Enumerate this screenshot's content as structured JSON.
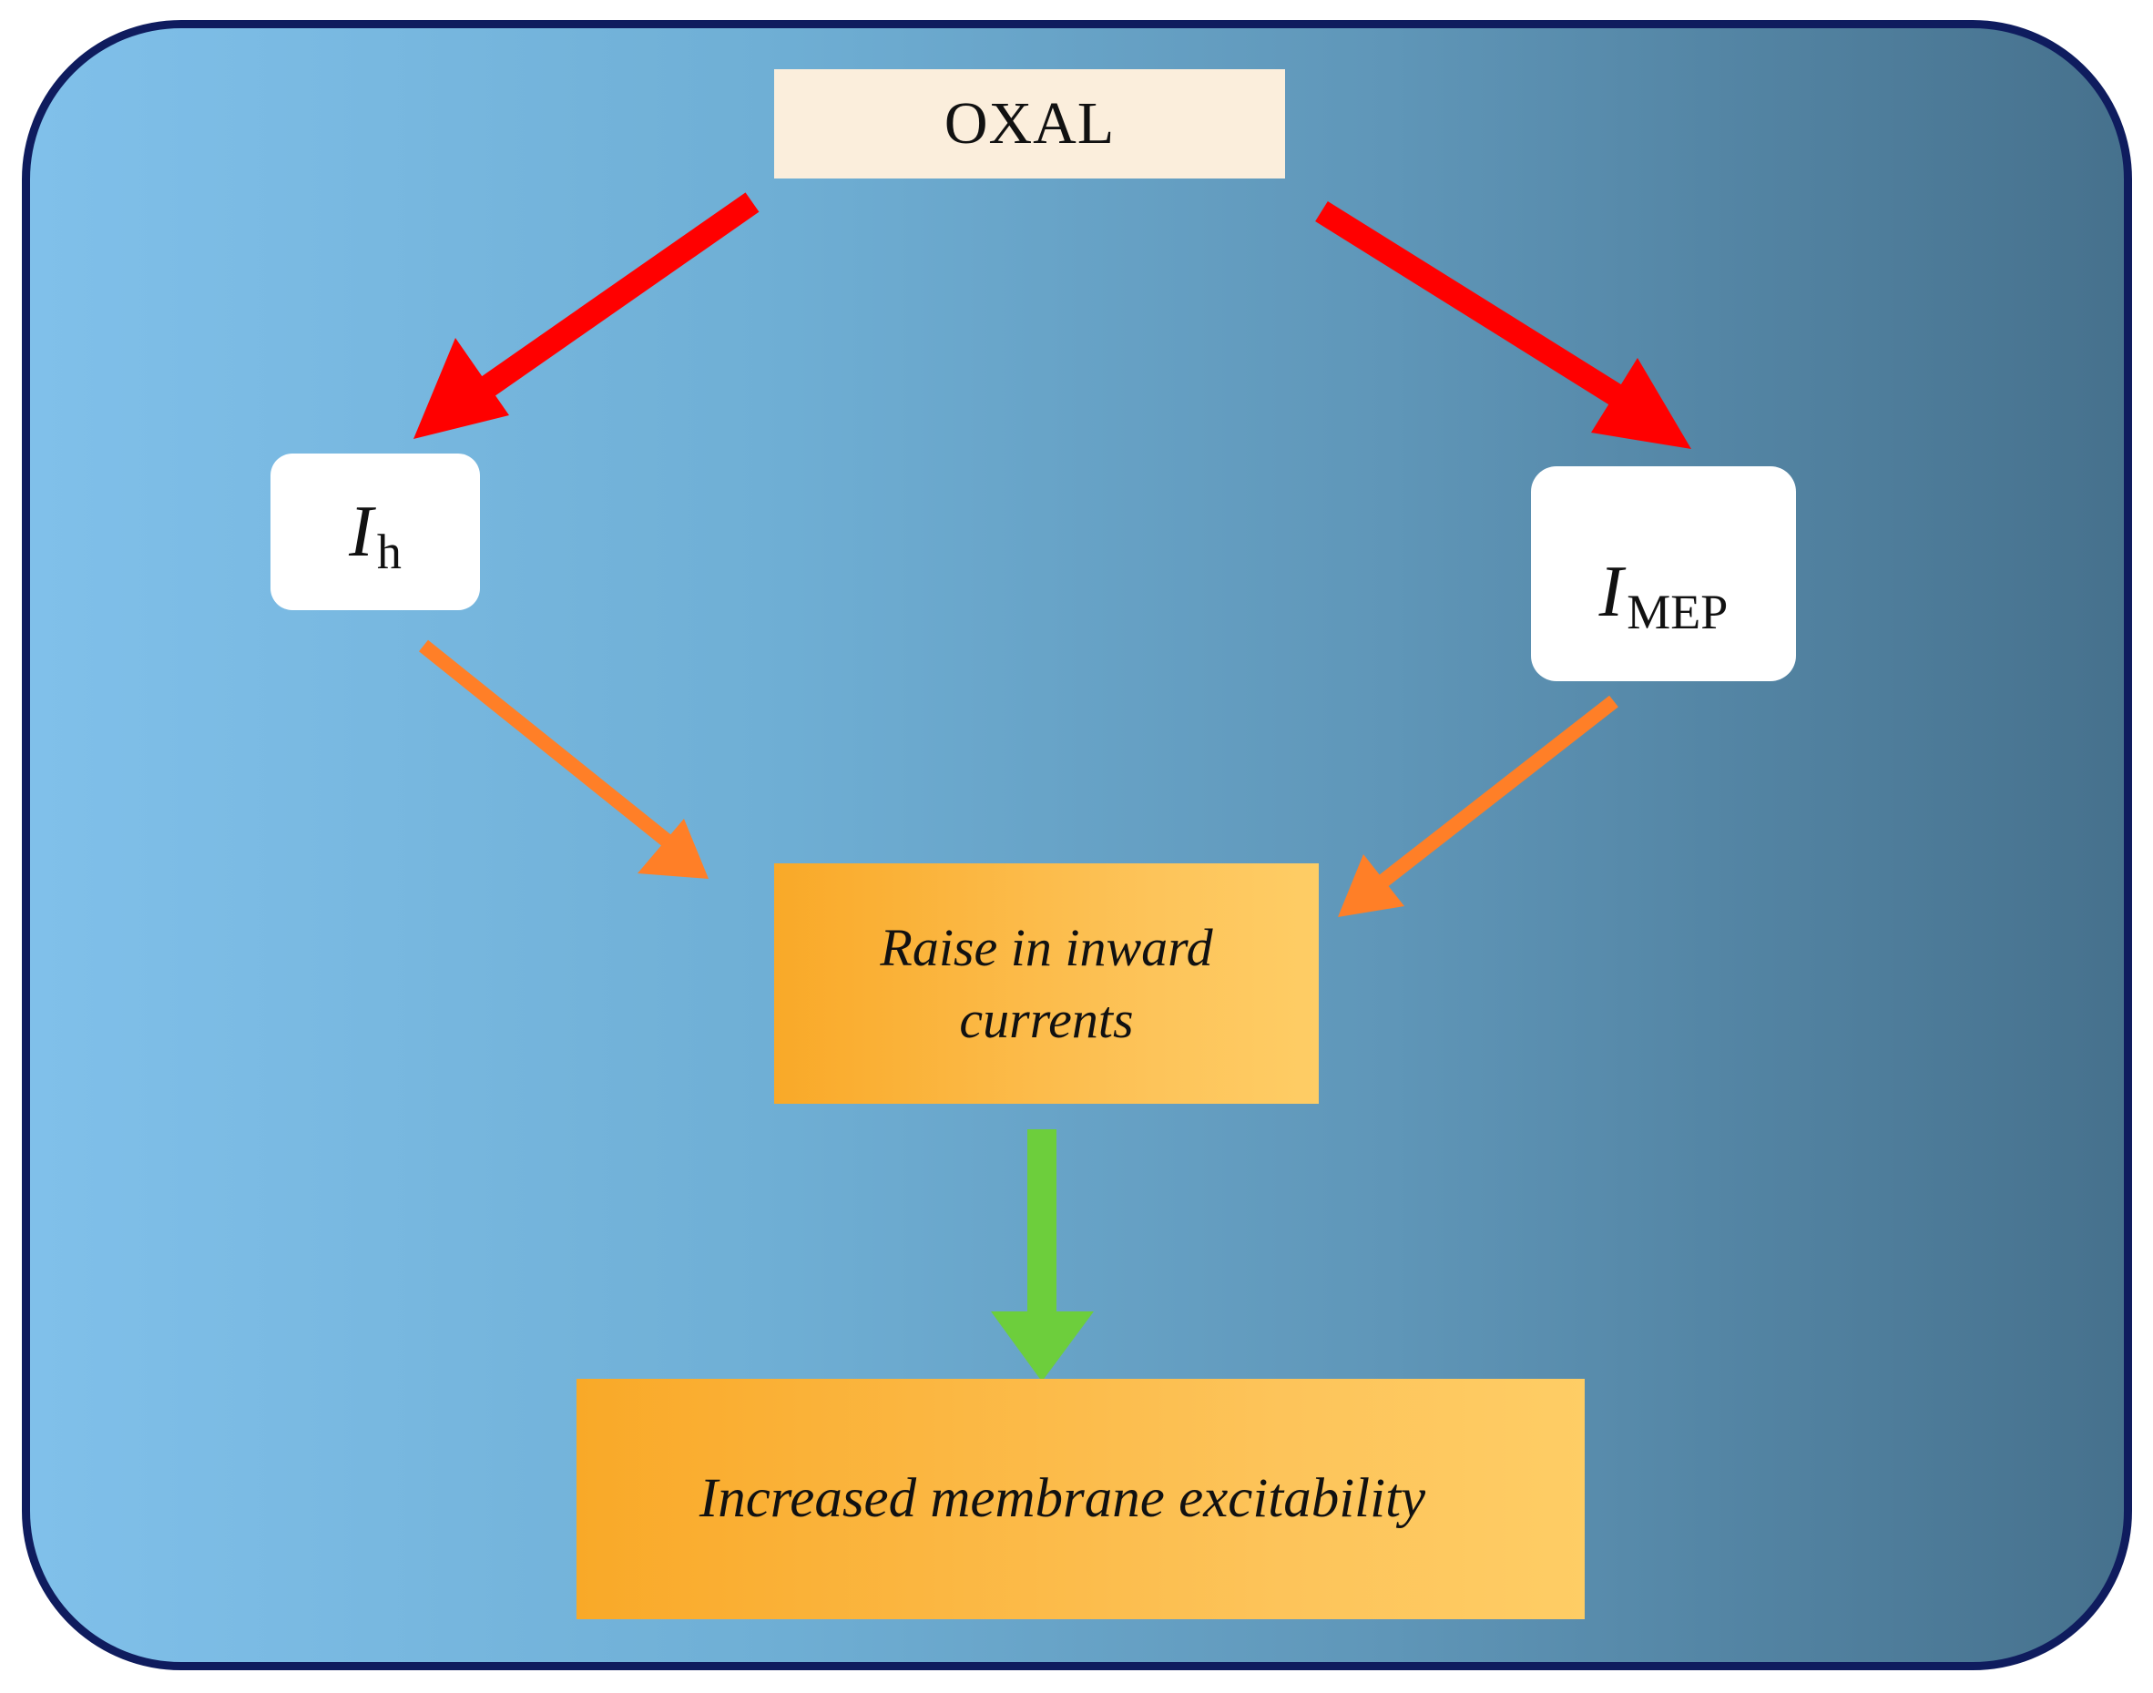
{
  "nodes": {
    "oxal": {
      "label": "OXAL"
    },
    "ih": {
      "symbol": "I",
      "subscript": "h"
    },
    "imep": {
      "symbol": "I",
      "subscript": "MEP"
    },
    "raise": {
      "label": "Raise in inward currents"
    },
    "increased": {
      "label": "Increased membrane excitability"
    }
  },
  "edges": [
    {
      "from": "OXAL",
      "to": "Ih",
      "color": "#ff0000"
    },
    {
      "from": "OXAL",
      "to": "IMEP",
      "color": "#ff0000"
    },
    {
      "from": "Ih",
      "to": "Raise in inward currents",
      "color": "#ff7f27"
    },
    {
      "from": "IMEP",
      "to": "Raise in inward currents",
      "color": "#ff7f27"
    },
    {
      "from": "Raise in inward currents",
      "to": "Increased membrane excitability",
      "color": "#6dce3c"
    }
  ],
  "colors": {
    "frame_border": "#0f1c5e",
    "background_left": "#80c0ea",
    "background_right": "#46718d",
    "oxal_box": "#fbeedc",
    "box_orange_left": "#f9a928",
    "box_orange_right": "#fecd65"
  }
}
